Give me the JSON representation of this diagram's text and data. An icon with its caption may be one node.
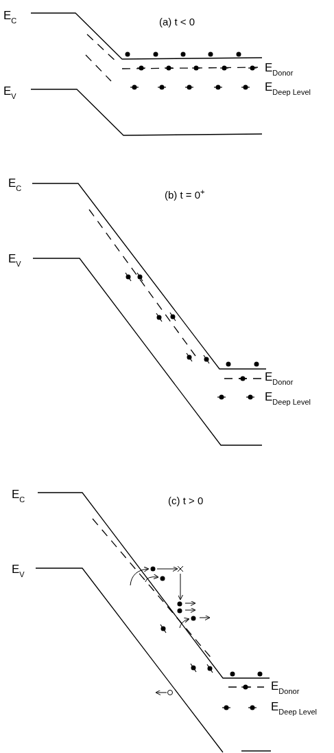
{
  "diagram": {
    "labels": [
      "E$_{C}$",
      "(a) t < 0",
      "E$_{Donor}$",
      "E$_{V}$",
      "E$_{Deep Level}$",
      "E$_{C}$",
      "(b) t = 0$^{+}$",
      "E$_{V}$",
      "E$_{Donor}$",
      "E$_{Deep Level}$",
      "E$_{C}$",
      "(c) t > 0",
      "E$_{V}$",
      "E$_{Donor}$",
      "E$_{Deep Level}$"
    ]
  }
}
